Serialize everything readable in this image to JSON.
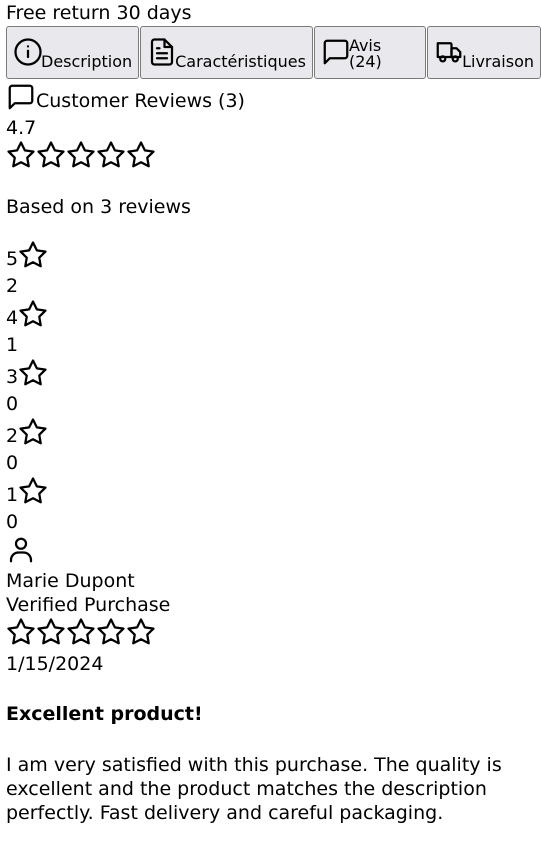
{
  "top": {
    "shipping_note": "Free return 30 days"
  },
  "tabs": [
    {
      "label": "Description",
      "icon": "info-icon"
    },
    {
      "label": "Caractéristiques",
      "icon": "document-icon"
    },
    {
      "label": "Avis (24)",
      "icon": "chat-bubble-icon"
    },
    {
      "label": "Livraison",
      "icon": "truck-icon"
    }
  ],
  "reviews": {
    "heading": "Customer Reviews (3)",
    "average": "4.7",
    "average_stars_filled": 0,
    "based_on": "Based on 3 reviews",
    "distribution": [
      {
        "stars": "5",
        "count": "2"
      },
      {
        "stars": "4",
        "count": "1"
      },
      {
        "stars": "3",
        "count": "0"
      },
      {
        "stars": "2",
        "count": "0"
      },
      {
        "stars": "1",
        "count": "0"
      }
    ]
  },
  "review": {
    "author": "Marie Dupont",
    "badge": "Verified Purchase",
    "stars_filled": 0,
    "date": "1/15/2024",
    "title": "Excellent product!",
    "body": "I am very satisfied with this purchase. The quality is excellent and the product matches the description perfectly. Fast delivery and careful packaging."
  }
}
